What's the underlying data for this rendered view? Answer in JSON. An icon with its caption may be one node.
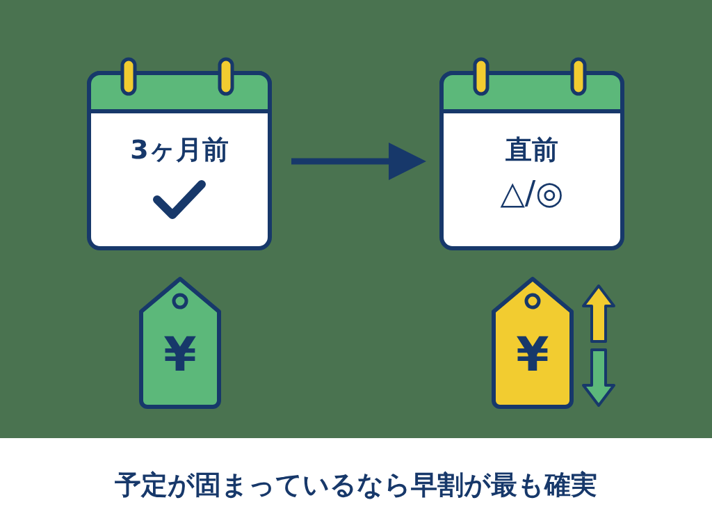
{
  "diagram": {
    "caption": "予定が固まっているなら早割が最も確実",
    "nodes": [
      {
        "text": [
          "3ヶ月前"
        ]
      },
      {
        "text": [
          "直前",
          "△/◎"
        ]
      },
      {
        "text": [
          "¥"
        ]
      },
      {
        "text": [
          "¥"
        ]
      }
    ],
    "edges": [
      {
        "from": 0,
        "to": 1,
        "arrow": "to"
      }
    ]
  }
}
